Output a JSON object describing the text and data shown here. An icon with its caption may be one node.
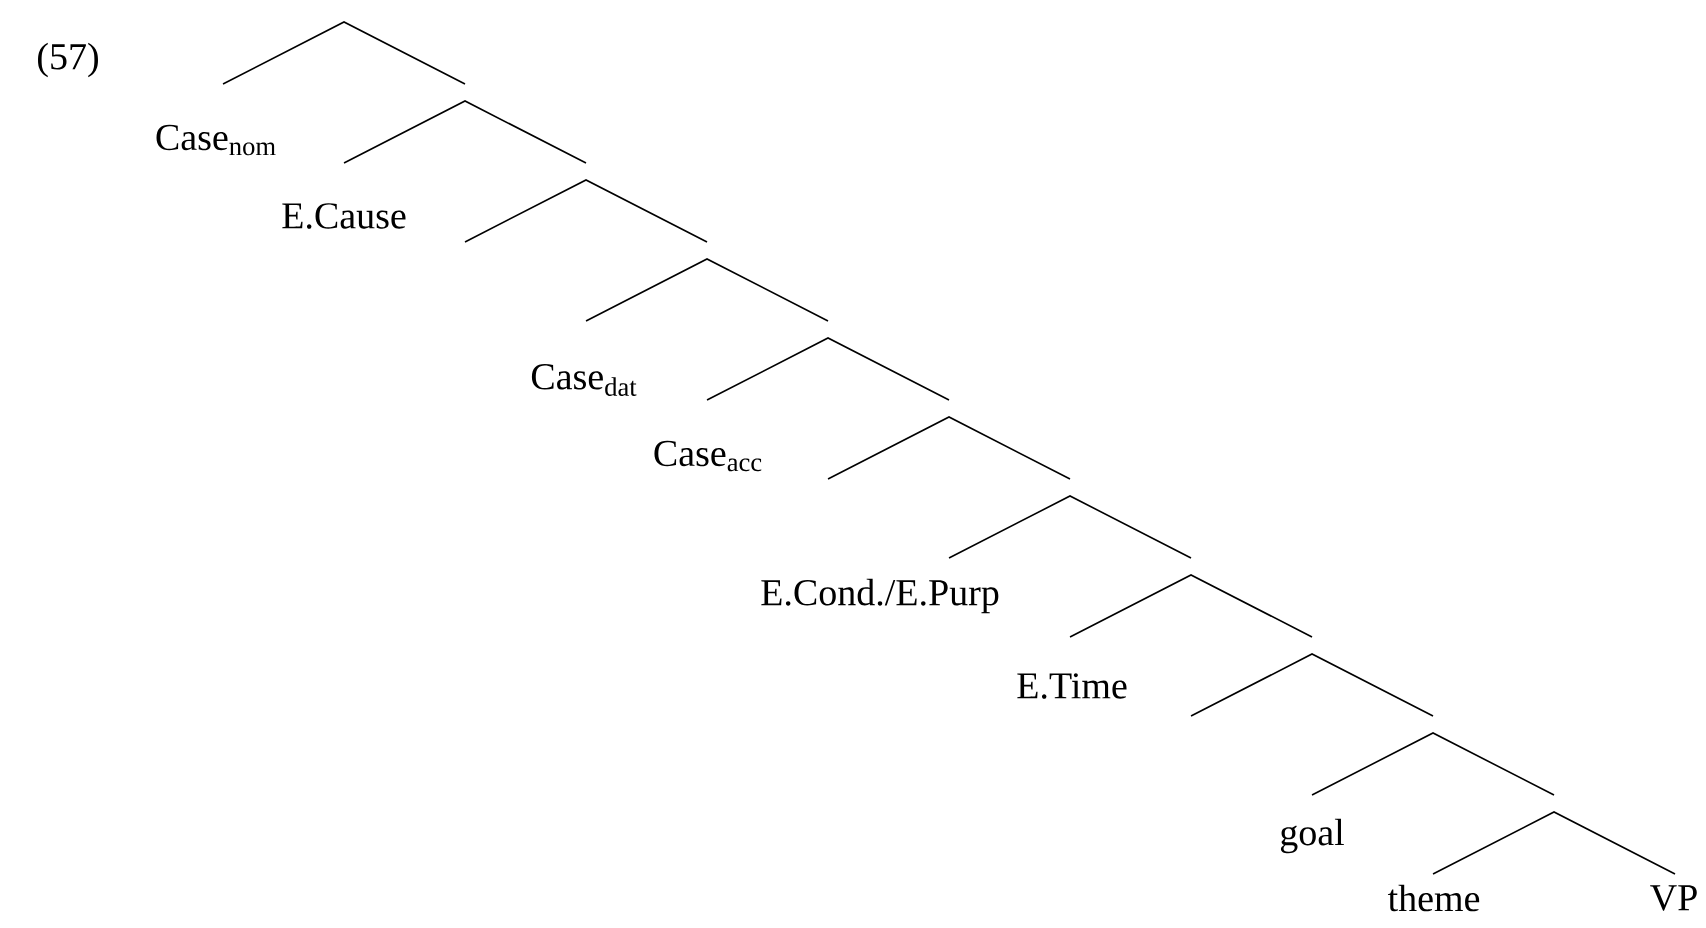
{
  "diagram": {
    "labels": [
      "(57)",
      "Case$_{nom}$",
      "E.Cause",
      "Case$_{dat}$",
      "Case$_{acc}$",
      "E.Cond./E.Purp",
      "E.Time",
      "goal",
      "theme",
      "VP"
    ]
  }
}
